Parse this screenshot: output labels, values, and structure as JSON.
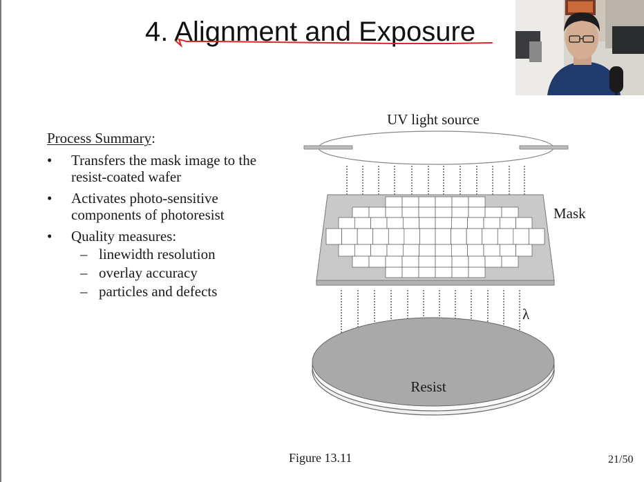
{
  "slide": {
    "title": "4. Alignment and Exposure",
    "process_summary_heading": "Process Summary",
    "process_summary_colon": ":",
    "bullets": [
      "Transfers the mask image to the resist-coated wafer",
      "Activates photo-sensitive components of photoresist",
      "Quality measures:"
    ],
    "quality_measures": [
      "linewidth resolution",
      "overlay accuracy",
      "particles and defects"
    ],
    "figure_caption": "Figure 13.11",
    "page_number": "21/50"
  },
  "figure": {
    "uv_source_label": "UV light source",
    "mask_label": "Mask",
    "wavelength_label": "λ",
    "resist_label": "Resist"
  },
  "colors": {
    "ink_annotation": "#d42a2a",
    "mask_plate": "#c9c9c9",
    "resist": "#a9a9a9",
    "wafer_edge": "#efefef"
  }
}
